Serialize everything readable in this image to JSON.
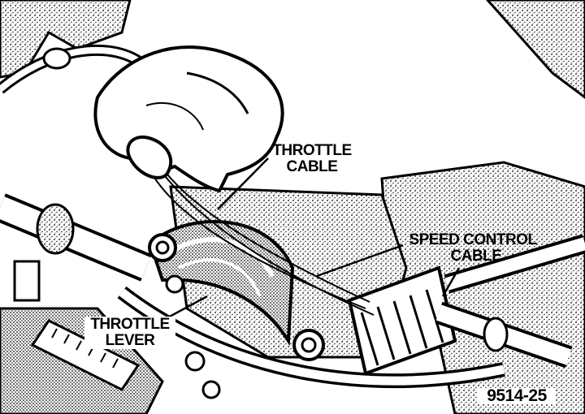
{
  "labels": {
    "throttle_cable": [
      "THROTTLE",
      "CABLE"
    ],
    "speed_control_cable": [
      "SPEED CONTROL",
      "CABLE"
    ],
    "throttle_lever": [
      "THROTTLE",
      "LEVER"
    ]
  },
  "figure_number": "9514-25"
}
